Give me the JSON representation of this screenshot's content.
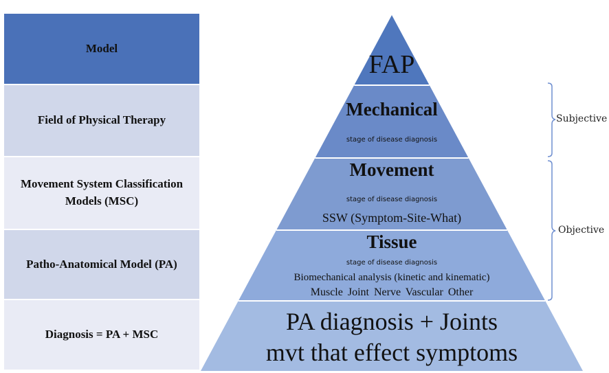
{
  "table": {
    "rows": [
      {
        "label": "Model"
      },
      {
        "label": "Field of Physical Therapy"
      },
      {
        "label": "Movement System Classification Models (MSC)"
      },
      {
        "label": "Patho-Anatomical Model (PA)"
      },
      {
        "label": "Diagnosis = PA + MSC"
      }
    ]
  },
  "pyramid": {
    "layers": [
      {
        "title": "FAP",
        "color": "#4f77bd"
      },
      {
        "title": "Mechanical",
        "subtitle": "stage of disease diagnosis",
        "color": "#6a8ac8"
      },
      {
        "title": "Movement",
        "subtitle": "stage of disease diagnosis",
        "detail": "SSW (Symptom-Site-What)",
        "color": "#7e9bd0"
      },
      {
        "title": "Tissue",
        "subtitle": "stage of disease diagnosis",
        "detail": "Biomechanical analysis (kinetic and kinematic)",
        "list": "Muscle   Joint   Nerve Vascular  Other",
        "color": "#8eaadb"
      },
      {
        "title_line1": "PA diagnosis + Joints",
        "title_line2": "mvt that effect symptoms",
        "color": "#a3bbe2"
      }
    ]
  },
  "brackets": {
    "subjective": "Subjective",
    "objective": "Objective",
    "color": "#6f8fd0"
  }
}
